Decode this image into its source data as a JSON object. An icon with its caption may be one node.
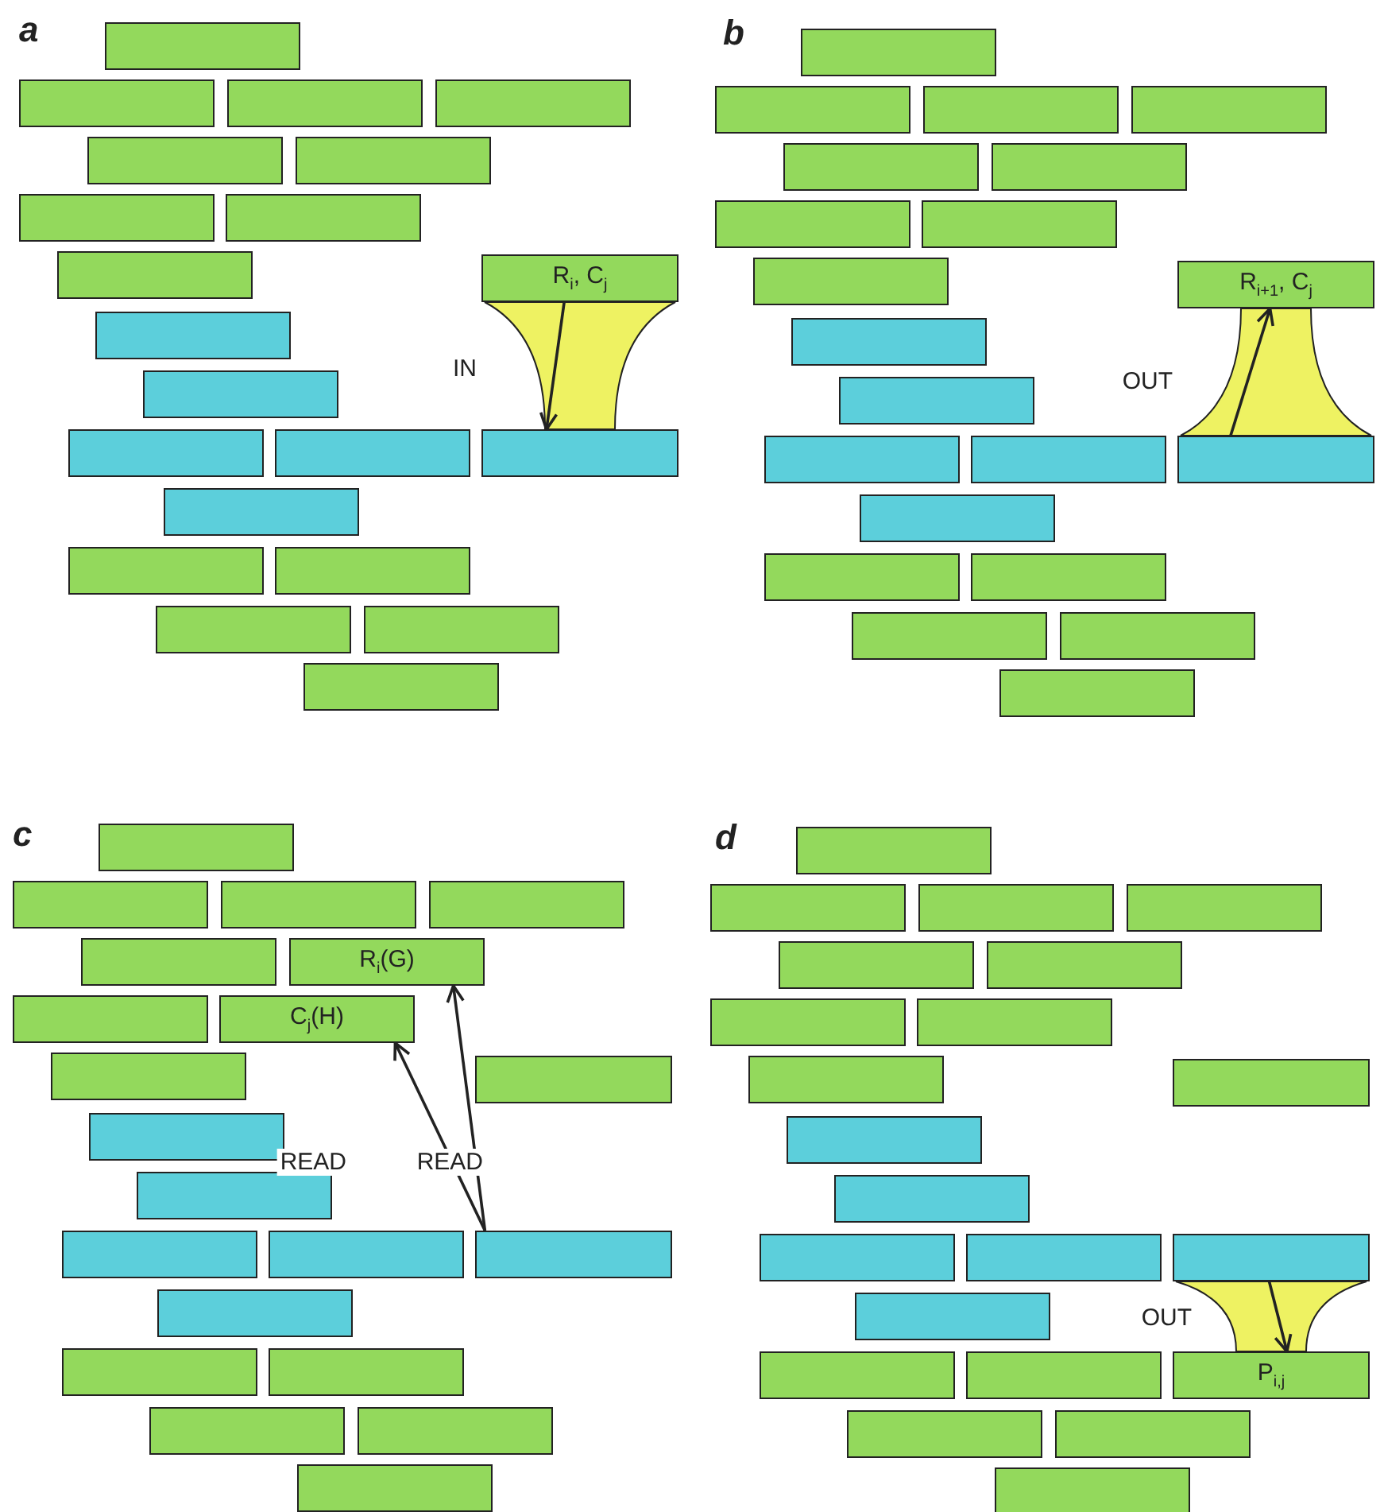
{
  "diagram": {
    "nodes": [
      {
        "text": [],
        "shape": "box"
      },
      {
        "text": [],
        "shape": "box"
      },
      {
        "text": [],
        "shape": "box"
      },
      {
        "text": [],
        "shape": "box"
      },
      {
        "text": [],
        "shape": "box"
      },
      {
        "text": [],
        "shape": "box"
      },
      {
        "text": [],
        "shape": "box"
      },
      {
        "text": [],
        "shape": "box"
      },
      {
        "text": [],
        "shape": "box"
      },
      {
        "text": [
          "R$_{i}$, C$_{j}$"
        ]
      },
      {
        "text": [],
        "shape": "box"
      },
      {
        "text": [],
        "shape": "box"
      },
      {
        "text": [],
        "shape": "box"
      },
      {
        "text": [],
        "shape": "box"
      },
      {
        "text": [],
        "shape": "box"
      },
      {
        "text": [],
        "shape": "box"
      },
      {
        "text": [],
        "shape": "box"
      },
      {
        "text": [],
        "shape": "box"
      },
      {
        "text": [],
        "shape": "box"
      },
      {
        "text": [],
        "shape": "box"
      },
      {
        "text": [],
        "shape": "box"
      },
      {
        "text": [],
        "shape": "box"
      },
      {
        "text": [],
        "shape": "box"
      },
      {
        "text": [],
        "shape": "box"
      },
      {
        "text": [],
        "shape": "box"
      },
      {
        "text": [],
        "shape": "box"
      },
      {
        "text": [],
        "shape": "box"
      },
      {
        "text": [],
        "shape": "box"
      },
      {
        "text": [],
        "shape": "box"
      },
      {
        "text": [],
        "shape": "box"
      },
      {
        "text": [
          "R$_{i+1}$, C$_{j}$"
        ]
      },
      {
        "text": [],
        "shape": "box"
      },
      {
        "text": [],
        "shape": "box"
      },
      {
        "text": [],
        "shape": "box"
      },
      {
        "text": [],
        "shape": "box"
      },
      {
        "text": [],
        "shape": "box"
      },
      {
        "text": [],
        "shape": "box"
      },
      {
        "text": [],
        "shape": "box"
      },
      {
        "text": [],
        "shape": "box"
      },
      {
        "text": [],
        "shape": "box"
      },
      {
        "text": [],
        "shape": "box"
      },
      {
        "text": [],
        "shape": "box"
      },
      {
        "text": [],
        "shape": "box"
      },
      {
        "text": [],
        "shape": "box"
      },
      {
        "text": [],
        "shape": "box"
      },
      {
        "text": [],
        "shape": "box"
      },
      {
        "text": [],
        "shape": "box"
      },
      {
        "text": [
          "R$_{i}$(G)"
        ]
      },
      {
        "text": [],
        "shape": "box"
      },
      {
        "text": [
          "C$_{j}$(H)"
        ]
      },
      {
        "text": [],
        "shape": "box"
      },
      {
        "text": [],
        "shape": "box"
      },
      {
        "text": [],
        "shape": "box"
      },
      {
        "text": [],
        "shape": "box"
      },
      {
        "text": [],
        "shape": "box"
      },
      {
        "text": [],
        "shape": "box"
      },
      {
        "text": [],
        "shape": "box"
      },
      {
        "text": [],
        "shape": "box"
      },
      {
        "text": [],
        "shape": "box"
      },
      {
        "text": [],
        "shape": "box"
      },
      {
        "text": [],
        "shape": "box"
      },
      {
        "text": [],
        "shape": "box"
      },
      {
        "text": [],
        "shape": "box"
      },
      {
        "text": [],
        "shape": "box"
      },
      {
        "text": [],
        "shape": "box"
      },
      {
        "text": [],
        "shape": "box"
      },
      {
        "text": [],
        "shape": "box"
      },
      {
        "text": [],
        "shape": "box"
      },
      {
        "text": [],
        "shape": "box"
      },
      {
        "text": [],
        "shape": "box"
      },
      {
        "text": [],
        "shape": "box"
      },
      {
        "text": [],
        "shape": "box"
      },
      {
        "text": [],
        "shape": "box"
      },
      {
        "text": [],
        "shape": "box"
      },
      {
        "text": [],
        "shape": "box"
      },
      {
        "text": [],
        "shape": "box"
      },
      {
        "text": [],
        "shape": "box"
      },
      {
        "text": [],
        "shape": "box"
      },
      {
        "text": [],
        "shape": "box"
      },
      {
        "text": [],
        "shape": "box"
      },
      {
        "text": [],
        "shape": "box"
      },
      {
        "text": [
          "P$_{i,j}$"
        ]
      },
      {
        "text": [],
        "shape": "box"
      },
      {
        "text": [],
        "shape": "box"
      },
      {
        "text": [],
        "shape": "box"
      }
    ],
    "edges": [
      {
        "from": 9,
        "to": 14,
        "arrow": "to",
        "label": "IN"
      },
      {
        "from": 35,
        "to": 30,
        "arrow": "to",
        "label": "OUT"
      },
      {
        "from": 56,
        "to": 49,
        "arrow": "to",
        "label": "READ"
      },
      {
        "from": 56,
        "to": 47,
        "arrow": "to",
        "label": "READ"
      },
      {
        "from": 77,
        "to": 81,
        "arrow": "to",
        "label": "OUT"
      }
    ],
    "labels": [
      "a",
      "b",
      "c",
      "d"
    ]
  }
}
